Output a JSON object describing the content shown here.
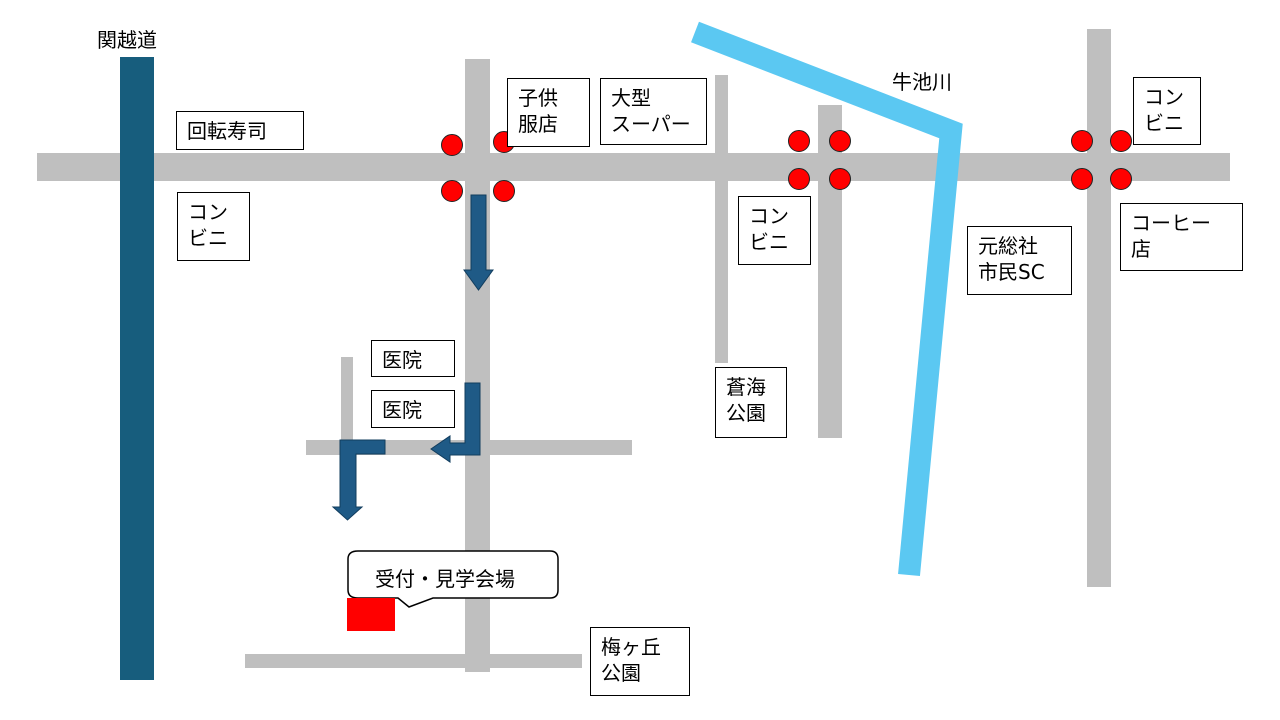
{
  "labels": {
    "expressway": "関越道",
    "river": "牛池川"
  },
  "places": {
    "sushi": "回転寿司",
    "kids_clothing": "子供\n服店",
    "supermarket": "大型\nスーパー",
    "convenience_1": "コン\nビニ",
    "convenience_2": "コン\nビニ",
    "convenience_3": "コン\nビニ",
    "coffee_shop": "コーヒー\n店",
    "civic_center": "元総社\n市民SC",
    "clinic_1": "医院",
    "clinic_2": "医院",
    "aomi_park": "蒼海\n公園",
    "umegaoka_park": "梅ヶ丘\n公園"
  },
  "venue": {
    "callout": "受付・見学会場"
  },
  "colors": {
    "road": "#bfbfbf",
    "expressway": "#175d7d",
    "river": "#5bc8f2",
    "route_arrow": "#1f5a86",
    "signal": "#ff0000",
    "venue": "#ff0000"
  },
  "icons": {
    "signal": "traffic-signal-icon",
    "route": "route-arrow-icon",
    "venue": "venue-marker-icon"
  }
}
